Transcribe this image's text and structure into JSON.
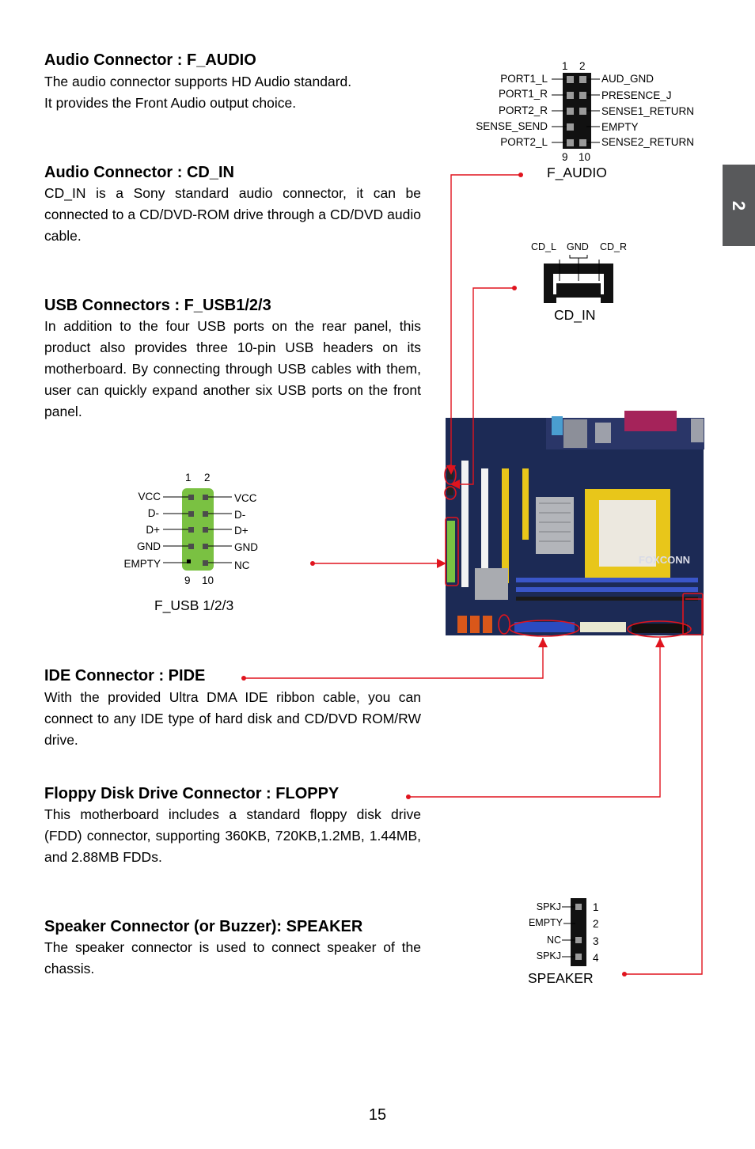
{
  "side_tab": "2",
  "sections": [
    {
      "title": "Audio Connector : F_AUDIO",
      "lines": [
        "The audio connector supports HD Audio standard.",
        "It provides the Front Audio output choice."
      ]
    },
    {
      "title": "Audio Connector : CD_IN",
      "body": "CD_IN is a Sony standard audio connector, it can be connected to a CD/DVD-ROM drive through a CD/DVD audio cable."
    },
    {
      "title": "USB Connectors : F_USB1/2/3",
      "body": "In addition to the four USB ports on the rear panel, this product also provides three 10-pin USB headers on its motherboard. By connecting through USB cables with them, user can quickly expand another six USB ports on the front panel."
    },
    {
      "title": "IDE Connector : PIDE",
      "body": "With the provided Ultra DMA IDE ribbon cable, you can connect to any IDE type of hard disk and CD/DVD ROM/RW drive."
    },
    {
      "title": "Floppy Disk Drive Connector : FLOPPY",
      "body": "This motherboard includes a standard floppy disk drive (FDD) connector,  supporting 360KB, 720KB,1.2MB, 1.44MB, and 2.88MB FDDs."
    },
    {
      "title": "Speaker Connector (or Buzzer): SPEAKER",
      "body": "The speaker connector is used to connect speaker of the chassis."
    }
  ],
  "f_audio": {
    "caption": "F_AUDIO",
    "pin_top": [
      "1",
      "2"
    ],
    "pin_bottom": [
      "9",
      "10"
    ],
    "left": [
      "PORT1_L",
      "PORT1_R",
      "PORT2_R",
      "SENSE_SEND",
      "PORT2_L"
    ],
    "right": [
      "AUD_GND",
      "PRESENCE_J",
      "SENSE1_RETURN",
      "EMPTY",
      "SENSE2_RETURN"
    ]
  },
  "cd_in": {
    "caption": "CD_IN",
    "pins": [
      "CD_L",
      "GND",
      "CD_R"
    ]
  },
  "f_usb": {
    "caption": "F_USB 1/2/3",
    "pin_top": [
      "1",
      "2"
    ],
    "pin_bottom": [
      "9",
      "10"
    ],
    "left": [
      "VCC",
      "D-",
      "D+",
      "GND",
      "EMPTY"
    ],
    "right": [
      "VCC",
      "D-",
      "D+",
      "GND",
      "NC"
    ]
  },
  "speaker": {
    "caption": "SPEAKER",
    "left": [
      "SPKJ",
      "EMPTY",
      "NC",
      "SPKJ"
    ],
    "numbers": [
      "1",
      "2",
      "3",
      "4"
    ]
  },
  "board_brand": "FOXCONN",
  "page_number": "15",
  "colors": {
    "callout": "#e0141e",
    "board": "#1c2a55",
    "tab": "#58595b",
    "usb_pin": "#7ac142"
  }
}
